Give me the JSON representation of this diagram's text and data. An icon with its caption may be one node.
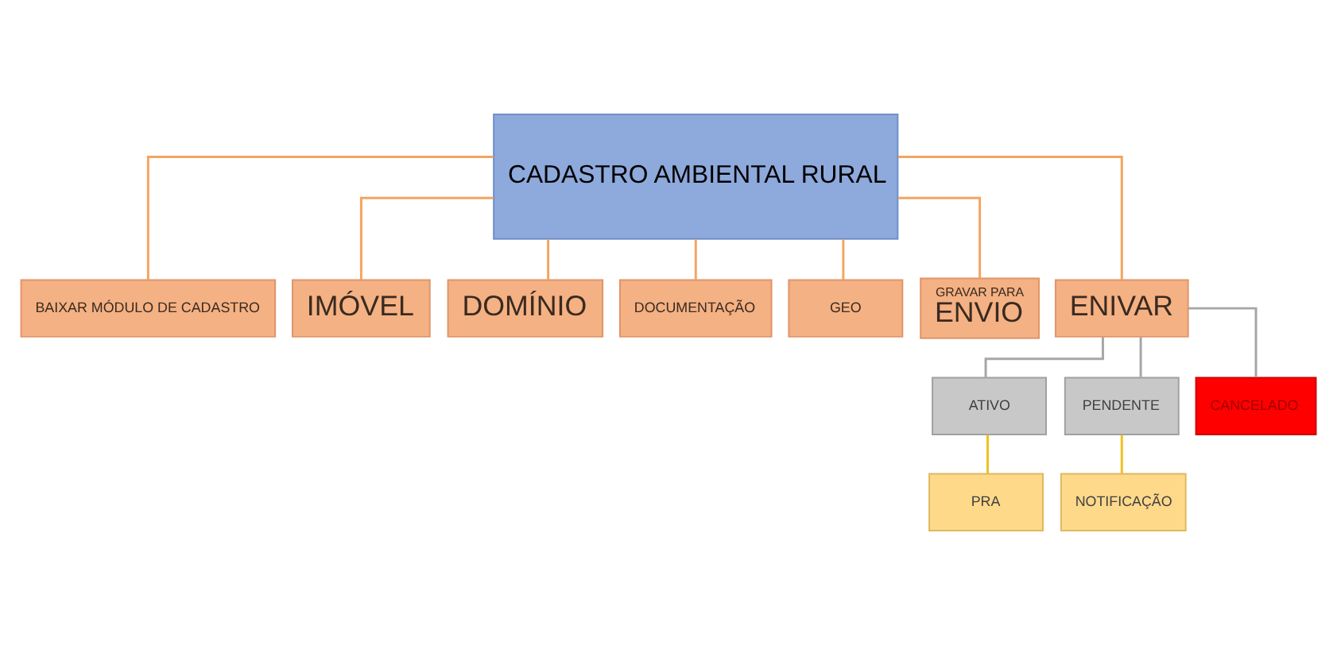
{
  "diagram": {
    "nodes": [
      {
        "text": [
          "CADASTRO AMBIENTAL RURAL"
        ]
      },
      {
        "text": [
          "BAIXAR MÓDULO DE CADASTRO"
        ]
      },
      {
        "text": [
          "IMÓVEL"
        ]
      },
      {
        "text": [
          "DOMÍNIO"
        ]
      },
      {
        "text": [
          "DOCUMENTAÇÃO"
        ]
      },
      {
        "text": [
          "GEO"
        ]
      },
      {
        "text": [
          "GRAVAR PARA",
          "ENVIO"
        ]
      },
      {
        "text": [
          "ENIVAR"
        ]
      },
      {
        "text": [
          "ATIVO"
        ]
      },
      {
        "text": [
          "PENDENTE"
        ]
      },
      {
        "text": [
          "CANCELADO"
        ]
      },
      {
        "text": [
          "PRA"
        ]
      },
      {
        "text": [
          "NOTIFICAÇÃO"
        ]
      }
    ],
    "edges": [
      {
        "from": 0,
        "to": 1,
        "arrow": "none"
      },
      {
        "from": 0,
        "to": 2,
        "arrow": "none"
      },
      {
        "from": 0,
        "to": 3,
        "arrow": "none"
      },
      {
        "from": 0,
        "to": 4,
        "arrow": "none"
      },
      {
        "from": 0,
        "to": 5,
        "arrow": "none"
      },
      {
        "from": 0,
        "to": 6,
        "arrow": "none"
      },
      {
        "from": 0,
        "to": 7,
        "arrow": "none"
      },
      {
        "from": 7,
        "to": 8,
        "arrow": "none",
        "color": "#a6a6a6"
      },
      {
        "from": 7,
        "to": 9,
        "arrow": "none",
        "color": "#a6a6a6"
      },
      {
        "from": 7,
        "to": 10,
        "arrow": "none",
        "color": "#a6a6a6"
      },
      {
        "from": 8,
        "to": 11,
        "arrow": "none",
        "color": "#f0c020"
      },
      {
        "from": 9,
        "to": 12,
        "arrow": "none",
        "color": "#f0c020"
      }
    ]
  }
}
